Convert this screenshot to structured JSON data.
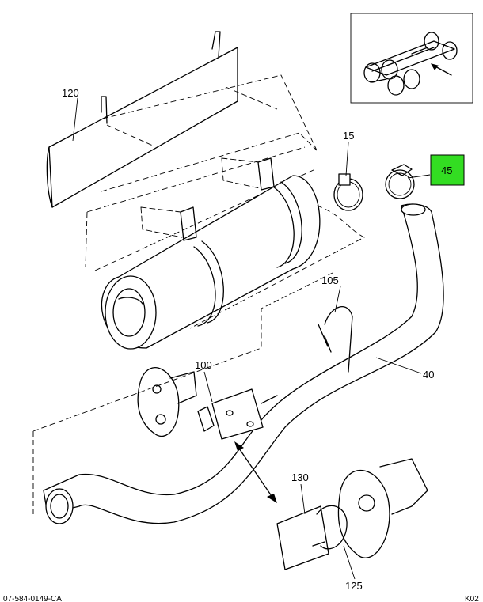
{
  "callouts": {
    "c120": "120",
    "c15": "15",
    "c45": "45",
    "c105": "105",
    "c100": "100",
    "c40": "40",
    "c130": "130",
    "c125": "125"
  },
  "footer": {
    "drawing_id": "07-584-0149-CA",
    "sheet_code": "K02"
  },
  "colors": {
    "highlight": "#33dd22",
    "line": "#000000"
  }
}
